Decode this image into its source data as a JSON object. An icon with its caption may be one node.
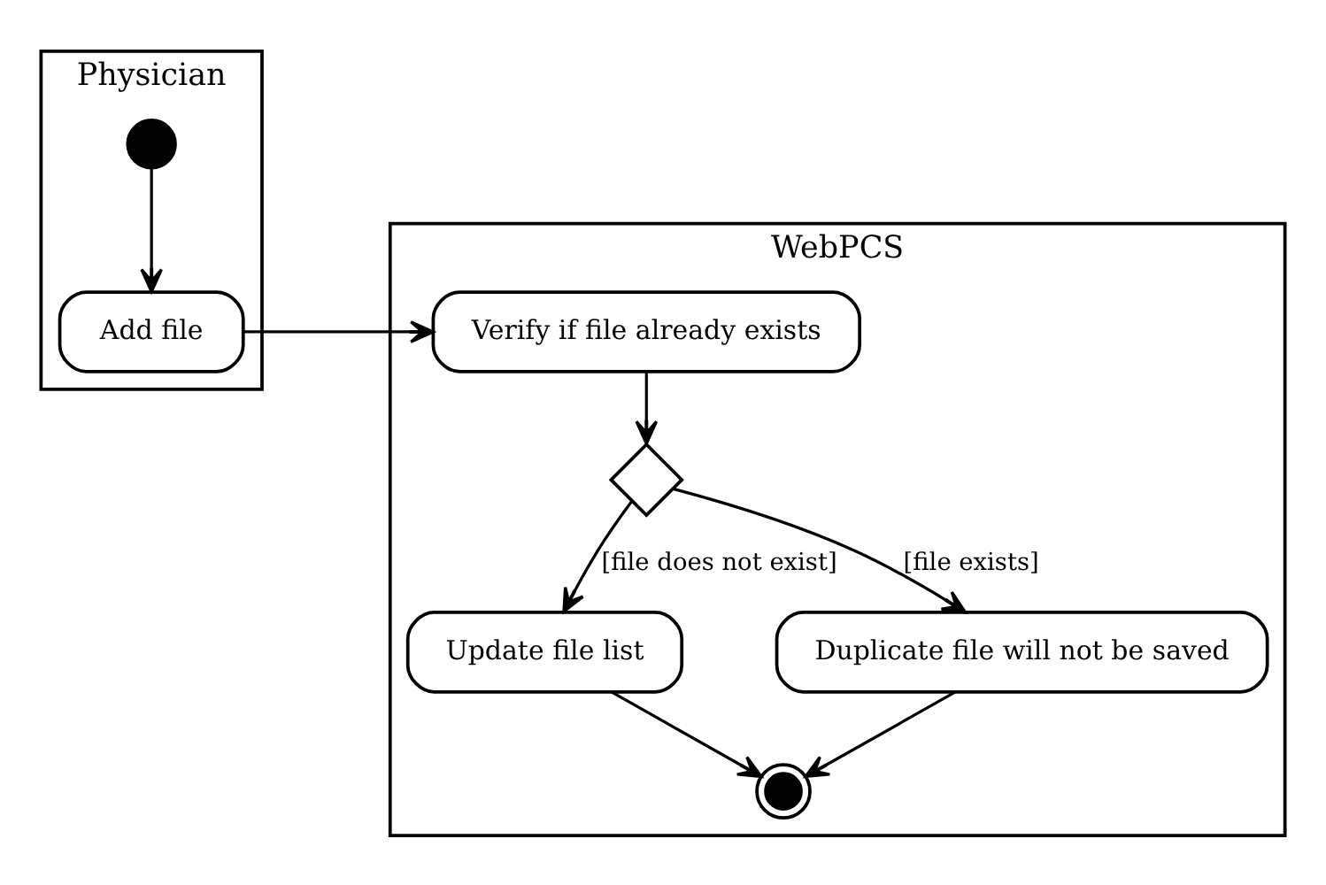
{
  "diagram": {
    "nodes": [
      {
        "text": [
          "Physician"
        ]
      },
      {
        "text": [
          "WebPCS"
        ]
      },
      {
        "text": [],
        "shape": "circle",
        "in": 0
      },
      {
        "text": [
          "Add file"
        ],
        "in": 0
      },
      {
        "text": [
          "Verify if file already exists"
        ],
        "in": 1
      },
      {
        "text": [],
        "shape": "diamond",
        "in": 1
      },
      {
        "text": [
          "Update file list"
        ],
        "in": 1
      },
      {
        "text": [
          "Duplicate file will not be saved"
        ],
        "in": 1
      },
      {
        "text": [],
        "shape": "circle",
        "in": 1
      }
    ],
    "edges": [
      {
        "from": 2,
        "to": 3,
        "arrow": "to"
      },
      {
        "from": 3,
        "to": 4,
        "arrow": "to"
      },
      {
        "from": 4,
        "to": 5,
        "arrow": "to"
      },
      {
        "from": 5,
        "to": 6,
        "arrow": "to",
        "label": "[file does not exist]"
      },
      {
        "from": 5,
        "to": 7,
        "arrow": "to",
        "label": "[file exists]"
      },
      {
        "from": 6,
        "to": 8,
        "arrow": "to"
      },
      {
        "from": 7,
        "to": 8,
        "arrow": "to"
      }
    ]
  }
}
